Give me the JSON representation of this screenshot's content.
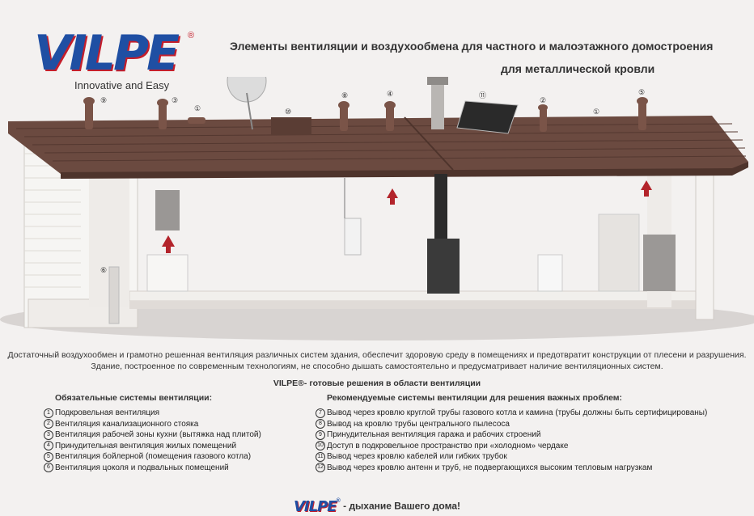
{
  "brand": {
    "logo": "VILPE",
    "reg": "®",
    "tagline": "Innovative and Easy"
  },
  "header": {
    "title_line1": "Элементы вентиляции и воздухообмена для частного и малоэтажного домостроения",
    "title_line2": "для металлической кровли"
  },
  "markers": [
    "①",
    "②",
    "③",
    "④",
    "⑤",
    "⑥",
    "⑦",
    "⑧",
    "⑨",
    "⑩",
    "⑪",
    "⑫"
  ],
  "description": {
    "line1": "Достаточный воздухообмен и грамотно решенная вентиляция  различных систем здания, обеспечит здоровую среду в помещениях и предотвратит конструкции от плесени и разрушения.",
    "line2": "Здание, построенное по современным технологиям, не способно дышать самостоятельно и предусматривает наличие вентиляционных систем."
  },
  "subtitle": "VILPE®- готовые решения в области вентиляции",
  "mandatory": {
    "title": "Обязательные системы вентиляции:",
    "items": [
      {
        "num": "1",
        "text": "Подкровельная вентиляция"
      },
      {
        "num": "2",
        "text": "Вентиляция канализационного стояка"
      },
      {
        "num": "3",
        "text": "Вентиляция рабочей зоны кухни (вытяжка над плитой)"
      },
      {
        "num": "4",
        "text": "Принудительная вентиляция жилых помещений"
      },
      {
        "num": "5",
        "text": "Вентиляция бойлерной (помещения газового котла)"
      },
      {
        "num": "6",
        "text": "Вентиляция цоколя и подвальных помещений"
      }
    ]
  },
  "recommended": {
    "title": "Рекомендуемые системы вентиляции для решения важных проблем:",
    "items": [
      {
        "num": "7",
        "text": "Вывод через кровлю круглой трубы газового котла и камина (трубы должны быть сертифицированы)"
      },
      {
        "num": "8",
        "text": "Вывод на кровлю трубы центрального пылесоса"
      },
      {
        "num": "9",
        "text": "Принудительная вентиляция гаража и рабочих строений"
      },
      {
        "num": "10",
        "text": "Доступ в подкровельное пространство при «холодном» чердаке"
      },
      {
        "num": "11",
        "text": "Вывод через кровлю кабелей или гибких трубок"
      },
      {
        "num": "12",
        "text": "Вывод через кровлю антенн и труб, не подвергающихся высоким тепловым нагрузкам"
      }
    ]
  },
  "footer": {
    "logo": "VILPE",
    "reg": "®",
    "slogan": "- дыхание Вашего дома!"
  },
  "colors": {
    "brand_blue": "#1f4fa3",
    "brand_red": "#c41e2b",
    "roof": "#6b4a40",
    "arrow": "#b3242b"
  }
}
